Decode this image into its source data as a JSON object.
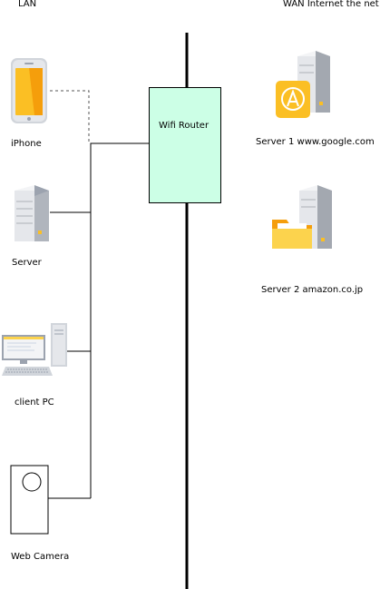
{
  "zones": {
    "lan": "LAN",
    "wan": "WAN Internet the net"
  },
  "router": {
    "label": "Wifi Router",
    "fill_color": "#ccffe6"
  },
  "lan_devices": {
    "iphone": {
      "label": "iPhone",
      "icon": "smartphone-icon",
      "link": "wireless-dashed"
    },
    "server": {
      "label": "Server",
      "icon": "server-tower-icon",
      "link": "wired"
    },
    "client_pc": {
      "label": "client PC",
      "icon": "desktop-computer-icon",
      "link": "wired"
    },
    "web_camera": {
      "label": "Web Camera",
      "icon": "camera-icon",
      "link": "wired"
    }
  },
  "wan_servers": {
    "server1": {
      "label": "Server 1 www.google.com",
      "icon": "web-server-icon"
    },
    "server2": {
      "label": "Server 2 amazon.co.jp",
      "icon": "file-server-icon"
    }
  },
  "colors": {
    "backbone": "#000000",
    "phone_accent": "#fbbf24",
    "server_gray": "#d1d5db",
    "folder_yellow": "#fcd34d"
  }
}
